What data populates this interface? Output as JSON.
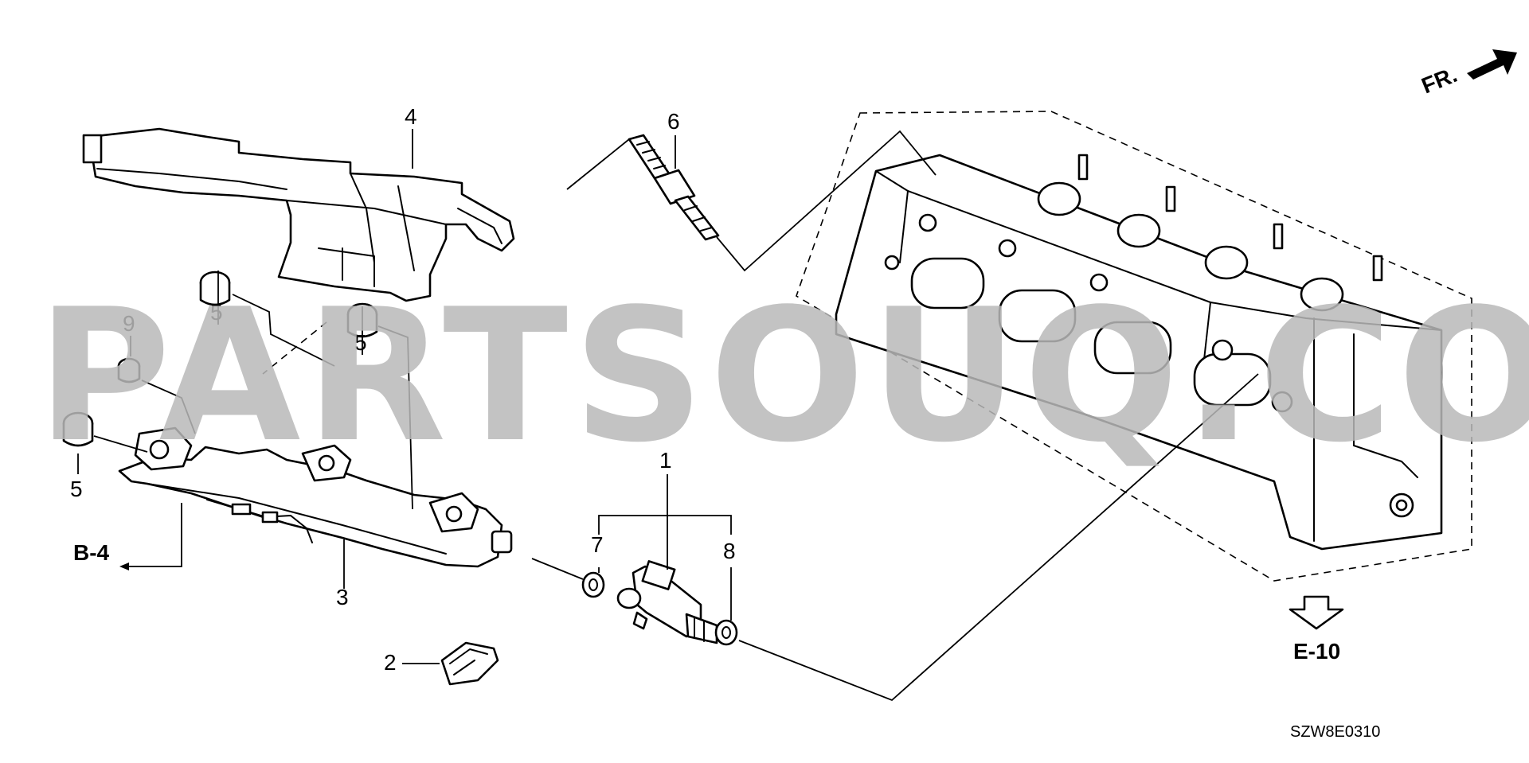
{
  "watermark": "PARTSOUQ.COM",
  "direction_label": "FR.",
  "diagram_code": "SZW8E0310",
  "references": {
    "left": "B-4",
    "bottom_right": "E-10"
  },
  "callouts": {
    "injector": "1",
    "clip": "2",
    "fuel_rail": "3",
    "cover": "4",
    "grommet_upper": "5",
    "grommet_mid": "5",
    "grommet_left": "5",
    "stud_bolt": "6",
    "seal_ring_7": "7",
    "seal_ring_8": "8",
    "small_grommet": "9"
  }
}
